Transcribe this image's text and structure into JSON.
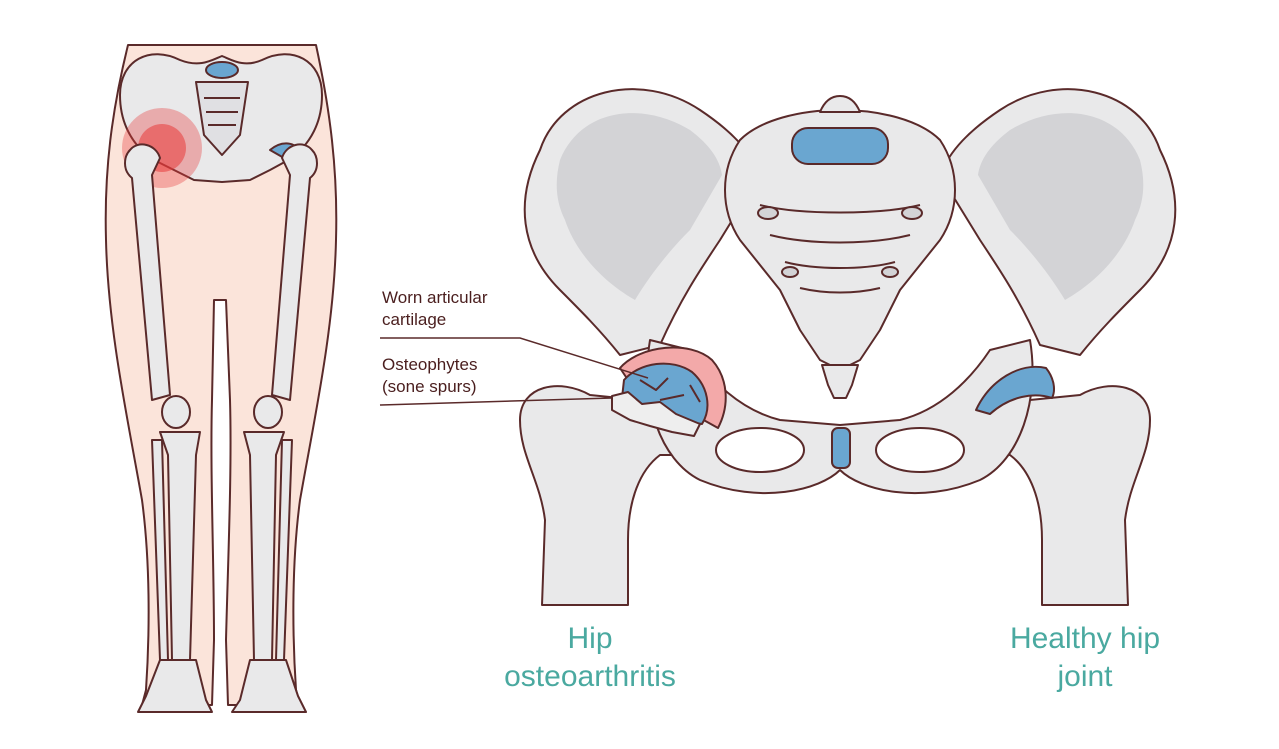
{
  "callouts": {
    "worn_cartilage": {
      "line1": "Worn articular",
      "line2": "cartilage"
    },
    "osteophytes": {
      "line1": "Osteophytes",
      "line2": "(sone spurs)"
    }
  },
  "captions": {
    "osteoarthritis": {
      "line1": "Hip",
      "line2": "osteoarthritis"
    },
    "healthy": {
      "line1": "Healthy hip",
      "line2": "joint"
    }
  },
  "colors": {
    "skin": "#fbe4da",
    "bone": "#e9e9ea",
    "bone_shadow": "#d3d3d6",
    "outline": "#5a2a2a",
    "cartilage": "#6aa6d0",
    "inflammation": "#e83a3a",
    "caption": "#4aa9a0"
  }
}
